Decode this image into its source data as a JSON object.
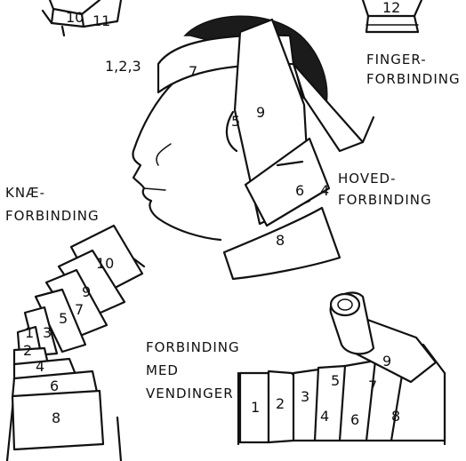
{
  "labels": {
    "finger_line1": "FINGER-",
    "finger_line2": "FORBINDING",
    "head_line1": "HOVED-",
    "head_line2": "FORBINDING",
    "knee_line1": "KNÆ-",
    "knee_line2": "FORBINDING",
    "turns_line1": "FORBINDING",
    "turns_line2": "MED",
    "turns_line3": "VENDINGER"
  },
  "numbers": {
    "finger": [
      "10",
      "11",
      "12"
    ],
    "head": [
      "1,2,3",
      "7",
      "5",
      "9",
      "6",
      "4",
      "8"
    ],
    "knee": [
      "1",
      "2",
      "3",
      "4",
      "5",
      "6",
      "7",
      "8",
      "9",
      "10"
    ],
    "turns": [
      "1",
      "2",
      "3",
      "4",
      "5",
      "6",
      "7",
      "8",
      "9"
    ]
  }
}
